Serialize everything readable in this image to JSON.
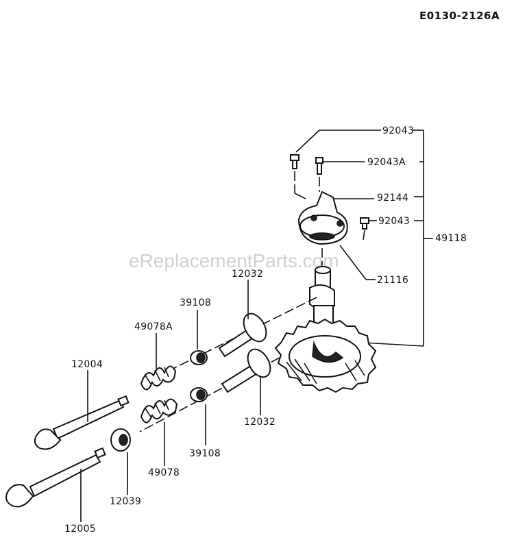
{
  "diagram": {
    "code": "E0130-2126A",
    "watermark": "eReplacementParts.com",
    "callouts": {
      "p92043_top": "92043",
      "p92043a": "92043A",
      "p92144": "92144",
      "p92043_mid": "92043",
      "p49118": "49118",
      "p21116": "21116",
      "p12032_top": "12032",
      "p39108_top": "39108",
      "p49078a": "49078A",
      "p12004": "12004",
      "p12032_bottom": "12032",
      "p39108_bottom": "39108",
      "p49078": "49078",
      "p12039": "12039",
      "p12005": "12005"
    }
  }
}
